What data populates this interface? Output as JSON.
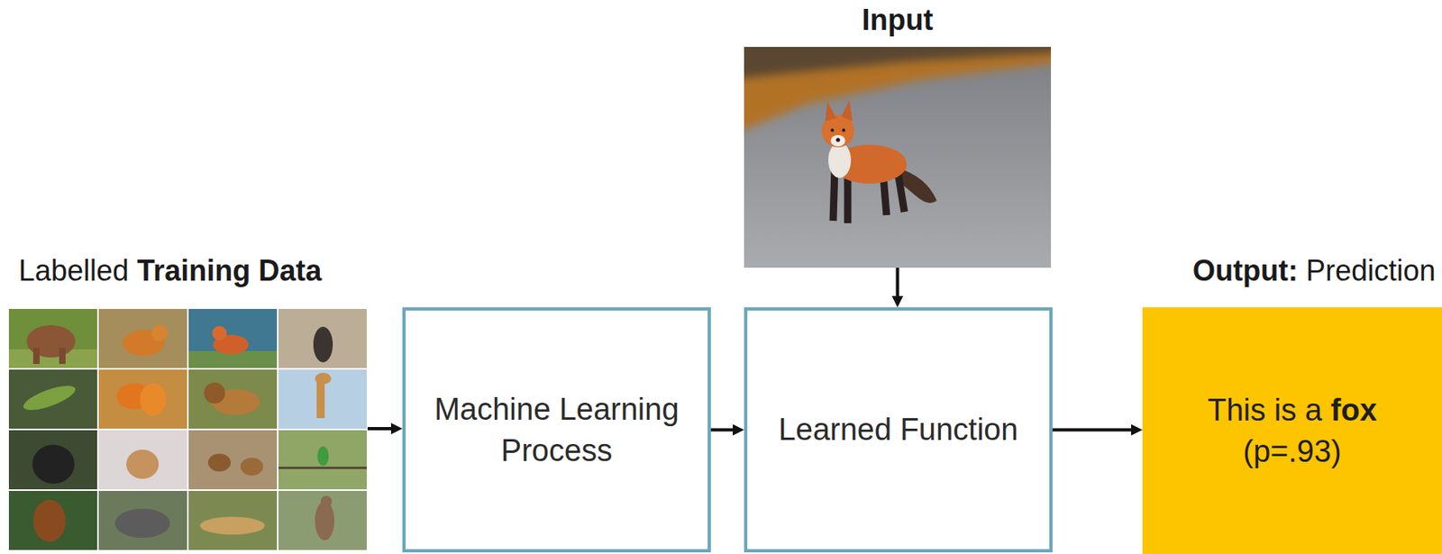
{
  "diagram": {
    "nodes": [
      {
        "text": [
          "Labelled Training Data"
        ]
      },
      {
        "text": [
          "Machine Learning Process"
        ]
      },
      {
        "text": [
          "Input"
        ]
      },
      {
        "text": [
          "Learned Function"
        ]
      },
      {
        "text": [
          "Output: Prediction",
          "This is a fox (p=.93)"
        ]
      }
    ],
    "edges": [
      {
        "from": 0,
        "to": 1,
        "arrow": "to"
      },
      {
        "from": 1,
        "to": 3,
        "arrow": "to"
      },
      {
        "from": 2,
        "to": 3,
        "arrow": "to"
      },
      {
        "from": 3,
        "to": 4,
        "arrow": "to"
      }
    ]
  }
}
